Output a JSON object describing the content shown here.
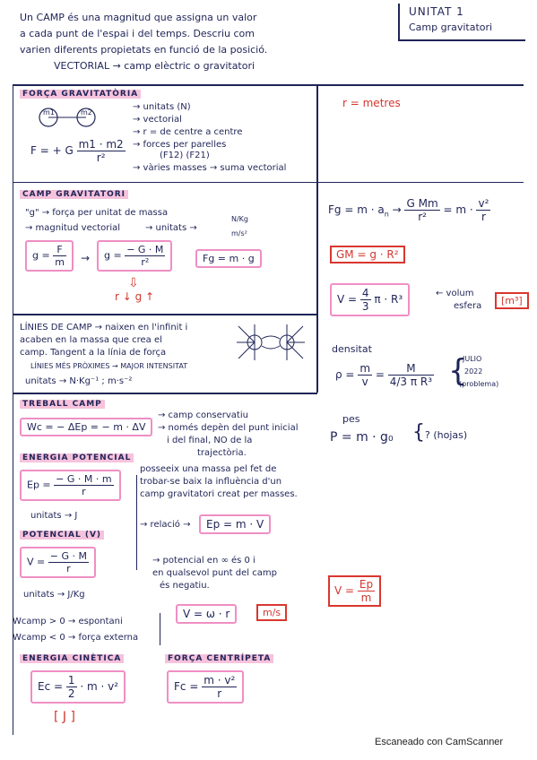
{
  "intro": {
    "line1": "Un CAMP és una magnitud que assigna un valor",
    "line2": "a cada punt de l'espai i del temps. Descriu com",
    "line3": "varien diferents propietats en funció de la posició.",
    "line4": "VECTORIAL → camp elèctric o gravitatori"
  },
  "title": {
    "line1": "UNITAT 1",
    "line2": "Camp gravitatori"
  },
  "forca": {
    "heading": "FORÇA GRAVITATÒRIA",
    "p1": "m1",
    "p2": "m2",
    "bullets": [
      "→ unitats (N)",
      "→ vectorial",
      "→ r = de centre a centre",
      "→ forces per parelles",
      "(F12) (F21)",
      "→ vàries masses → suma vectorial"
    ],
    "formula_lhs": "F = + G",
    "formula_num": "m1 · m2",
    "formula_den": "r²"
  },
  "camp": {
    "heading": "CAMP GRAVITATORI",
    "l1": "\"g\" → força per unitat de massa",
    "l2": "→ magnitud vectorial",
    "l3": "→ unitats →",
    "u1": "N/Kg",
    "u2": "m/s²",
    "f1_lhs": "g =",
    "f1_num": "F",
    "f1_den": "m",
    "f2_lhs": "g =",
    "f2_num": "− G · M",
    "f2_den": "r²",
    "fg": "Fg = m · g",
    "below": "r ↓ g ↑"
  },
  "linies": {
    "l1": "LÍNIES DE CAMP → naixen en l'infinit i",
    "l2": "acaben en la massa que crea el",
    "l3": "camp. Tangent a la línia de força",
    "l4": "LÍNIES MÉS PRÒXIMES → MAJOR INTENSITAT",
    "l5": "unitats → N·Kg⁻¹ ; m·s⁻²"
  },
  "treball": {
    "heading": "TREBALL CAMP",
    "formula": "Wc = − ΔEp = − m · ΔV",
    "n1": "→ camp conservatiu",
    "n2": "→ només depèn del punt inicial",
    "n3": "i del final, NO de la",
    "n4": "trajectòria."
  },
  "energia": {
    "heading": "ENERGIA POTENCIAL",
    "lhs": "Ep =",
    "num": "− G · M · m",
    "den": "r",
    "units": "unitats → J",
    "desc1": "posseeix una massa pel fet de",
    "desc2": "trobar-se baix la influència d'un",
    "desc3": "camp gravitatori creat per masses.",
    "rel": "→ relació →",
    "rel_formula": "Ep = m · V"
  },
  "potencial": {
    "heading": "POTENCIAL (V)",
    "lhs": "V =",
    "num": "− G · M",
    "den": "r",
    "units": "unitats → J/Kg",
    "n1": "→ potencial en ∞ és 0 i",
    "n2": "en qualsevol punt del camp",
    "n3": "és negatiu."
  },
  "wcamp": {
    "l1": "Wcamp > 0 → espontani",
    "l2": "Wcamp < 0 → força externa",
    "v": "V = ω · r",
    "v_unit": "m/s"
  },
  "ec": {
    "heading": "ENERGIA CINÈTICA",
    "lhs": "Ec =",
    "num": "1",
    "den": "2",
    "rhs": "· m · v²",
    "unit": "[ J ]"
  },
  "fc": {
    "heading": "FORÇA CENTRÍPETA",
    "lhs": "Fc =",
    "num": "m · v²",
    "den": "r"
  },
  "right": {
    "r": "r = metres",
    "fg_lhs": "Fg = m · a",
    "fg_sub": "n",
    "fg_mid_num": "G Mm",
    "fg_mid_den": "r²",
    "fg_rhs": "= m ·",
    "fg_rhs_num": "v²",
    "fg_rhs_den": "r",
    "gm": "GM = g · R²",
    "vol_lhs": "V =",
    "vol_num": "4",
    "vol_den": "3",
    "vol_rhs": "π · R³",
    "vol_note1": "← volum",
    "vol_note2": "esfera",
    "vol_unit": "[m³]",
    "dens": "densitat",
    "rho_lhs": "ρ =",
    "rho_num": "m",
    "rho_den": "v",
    "rho_mid_num": "M",
    "rho_mid_den": "4/3 π R³",
    "julio1": "JULIO",
    "julio2": "2022",
    "julio3": "(problema)",
    "pes": "pes",
    "p": "P = m · g₀",
    "pnote": "? (hojas)",
    "vbox_lhs": "V =",
    "vbox_num": "Ep",
    "vbox_den": "m"
  },
  "footer": "Escaneado con CamScanner"
}
